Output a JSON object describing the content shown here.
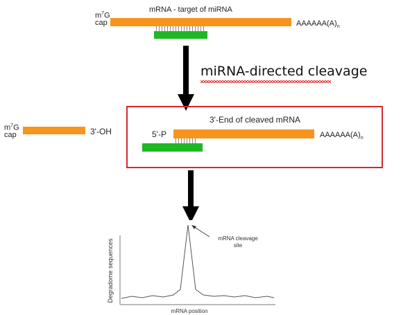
{
  "top": {
    "title": "mRNA - target of miRNA",
    "cap_m": "m",
    "cap_7": "7",
    "cap_g": "G",
    "cap_word": "cap",
    "polya": "AAAAAA(A)",
    "polya_sub": "n"
  },
  "step": {
    "label": "miRNA-directed cleavage"
  },
  "left_fragment": {
    "cap_m": "m",
    "cap_7": "7",
    "cap_g": "G",
    "cap_word": "cap",
    "end_label": "3'-OH"
  },
  "cleaved": {
    "title": "3'-End of cleaved mRNA",
    "five_p": "5'-P",
    "polya": "AAAAAA(A)",
    "polya_sub": "n"
  },
  "plot": {
    "ylabel": "Degradome sequences",
    "xlabel": "mRNA position",
    "annotation": [
      "mRNA cleavage",
      "site"
    ]
  },
  "colors": {
    "mrna": "#f7941d",
    "mirna": "#1fb825",
    "highlight_box": "#d9252c",
    "arrow": "#000000"
  }
}
